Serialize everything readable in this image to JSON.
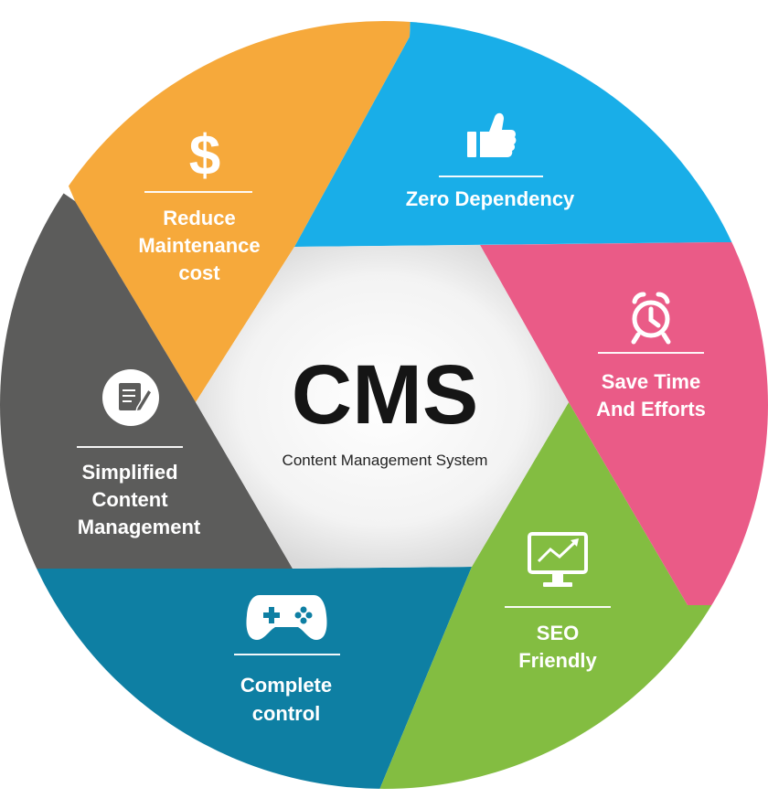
{
  "center": {
    "title": "CMS",
    "subtitle": "Content Management System"
  },
  "segments": [
    {
      "key": "zero",
      "lines": [
        "Zero Dependency"
      ],
      "icon": "thumbs-up-icon",
      "color": "#19aee8"
    },
    {
      "key": "save",
      "lines": [
        "Save Time",
        "And Efforts"
      ],
      "icon": "alarm-clock-icon",
      "color": "#ea5b87"
    },
    {
      "key": "seo",
      "lines": [
        "SEO",
        "Friendly"
      ],
      "icon": "monitor-chart-icon",
      "color": "#83bd41"
    },
    {
      "key": "control",
      "lines": [
        "Complete",
        "control"
      ],
      "icon": "gamepad-icon",
      "color": "#0e7fa3"
    },
    {
      "key": "simple",
      "lines": [
        "Simplified",
        "Content",
        "Management"
      ],
      "icon": "document-edit-icon",
      "color": "#5c5c5b"
    },
    {
      "key": "reduce",
      "lines": [
        "Reduce",
        "Maintenance",
        "cost"
      ],
      "icon": "dollar-icon",
      "color": "#f6a93b"
    }
  ]
}
